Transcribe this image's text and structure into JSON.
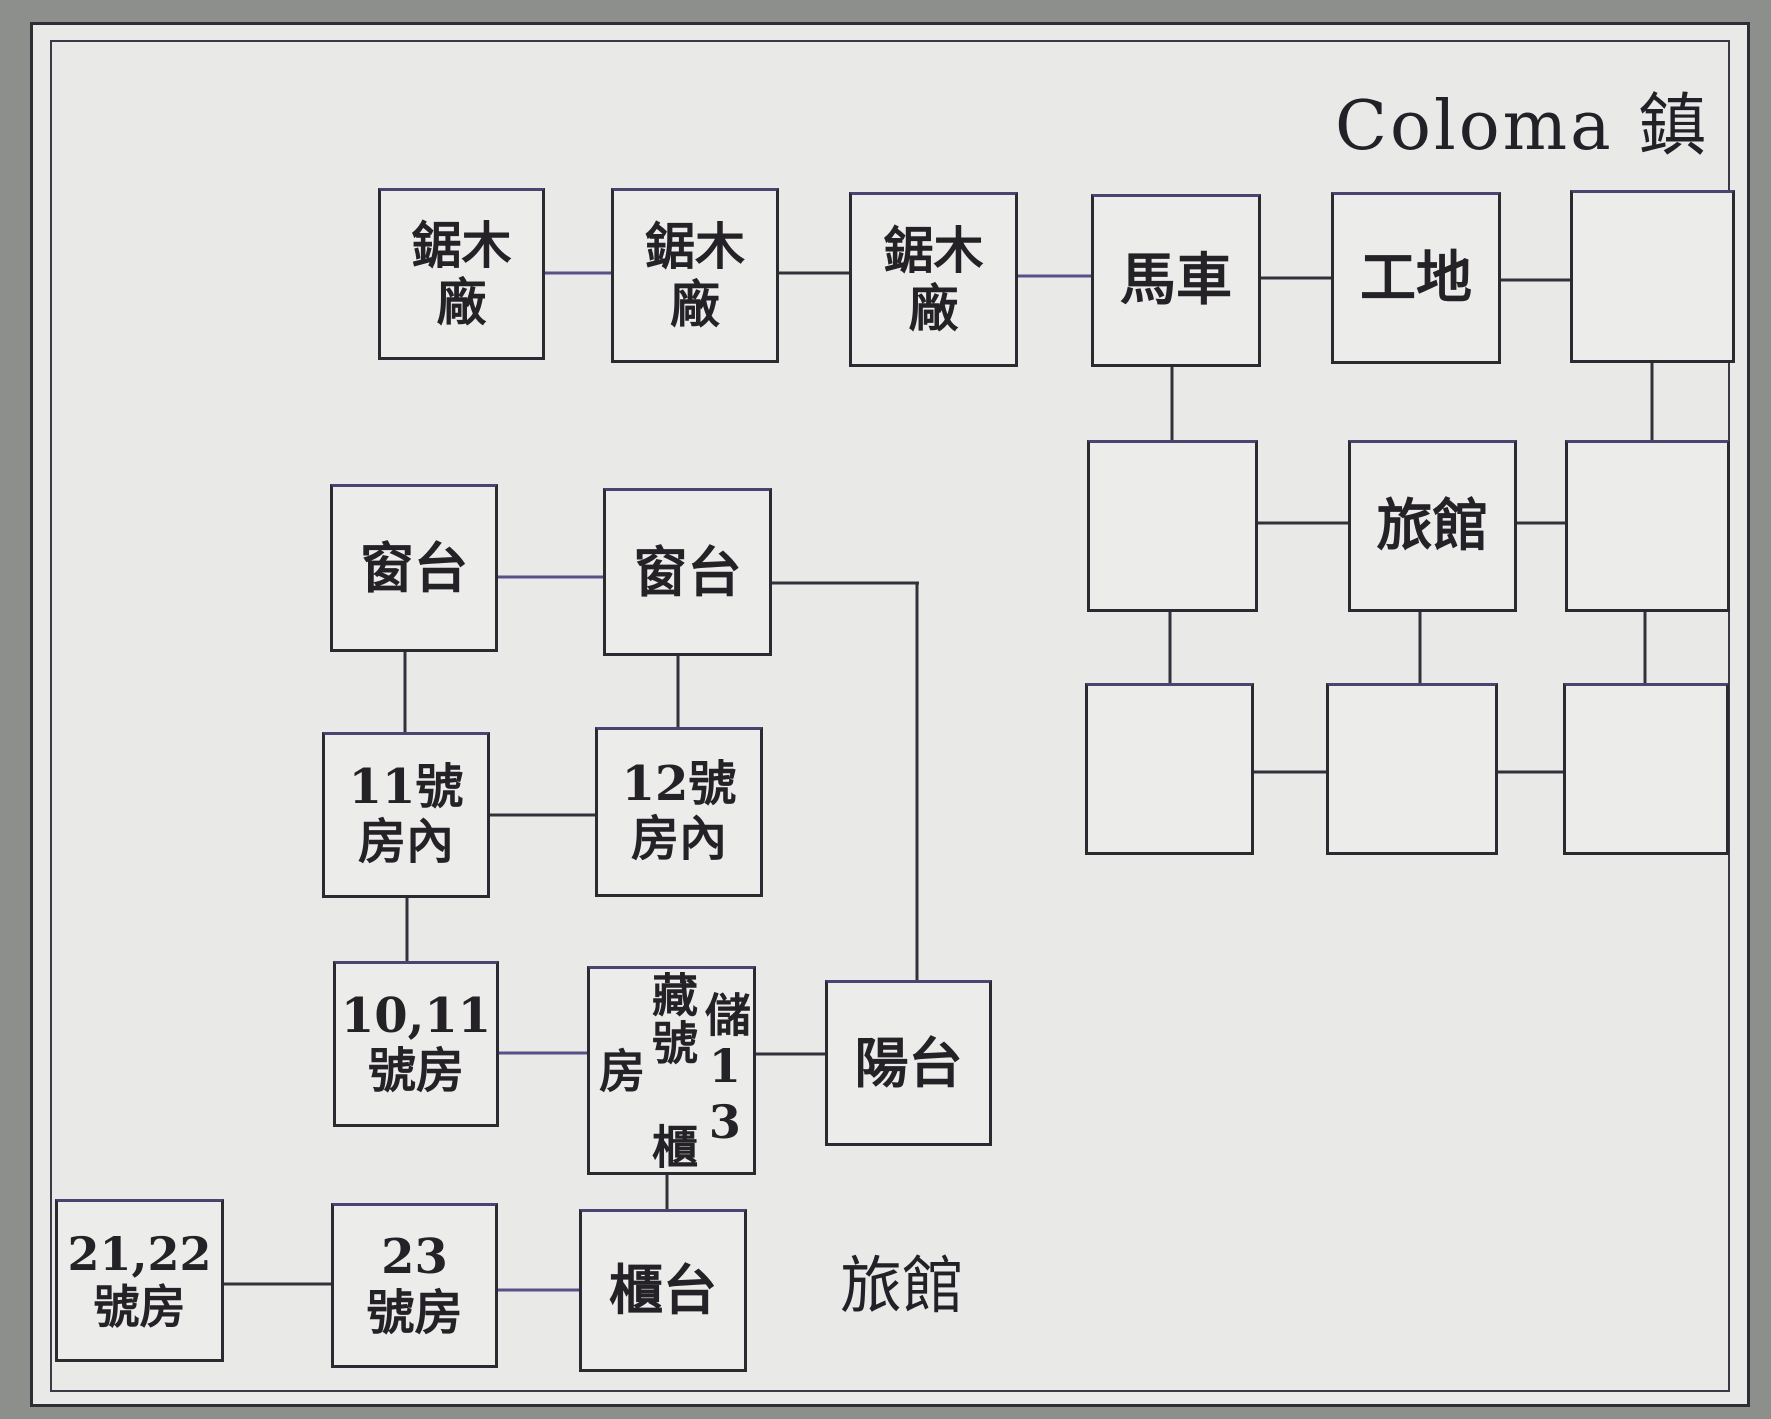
{
  "map": {
    "title": "Coloma 鎮",
    "inn_label": "旅館"
  },
  "rooms": {
    "sawmill_1": "鋸木\n廠",
    "sawmill_2": "鋸木\n廠",
    "sawmill_3": "鋸木\n廠",
    "carriage": "馬車",
    "worksite": "工地",
    "town_top_right": "",
    "town_mid_left": "",
    "inn_entrance": "旅館",
    "town_mid_right": "",
    "town_bottom_left": "",
    "town_bottom_mid": "",
    "town_bottom_right": "",
    "windowsill_1": "窗台",
    "windowsill_2": "窗台",
    "room_11": "11號\n房內",
    "room_12": "12號\n房內",
    "room_10_11": "10,11\n號房",
    "storage_13": "儲13\n藏號\n櫃房",
    "balcony": "陽台",
    "room_21_22": "21,22\n號房",
    "room_23": "23\n號房",
    "counter": "櫃台"
  },
  "colors": {
    "background": "#8d8f8c",
    "paper": "#e9eae8",
    "ink": "#2b2a31",
    "accent_purple": "#5b4f88"
  }
}
